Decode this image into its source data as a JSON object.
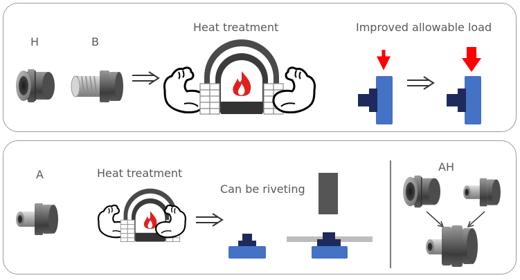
{
  "top": {
    "label_h": "H",
    "label_b": "B",
    "label_heat": "Heat treatment",
    "label_improved": "Improved allowable load"
  },
  "bottom": {
    "label_a": "A",
    "label_heat": "Heat treatment",
    "label_rivet": "Can be riveting",
    "label_ah": "AH"
  },
  "colors": {
    "part_blue": "#4472c4",
    "shaft_navy": "#1f2a5c",
    "arrow_red": "#ff0000",
    "flame_red": "#e02020",
    "brick": "#8a8a8a",
    "bar_gray": "#bdbdbd",
    "punch_gray": "#555555"
  },
  "icons": {
    "implies_arrow": "double-arrow-right-icon",
    "strong_arm": "flexed-arm-icon",
    "furnace": "furnace-flame-icon"
  }
}
